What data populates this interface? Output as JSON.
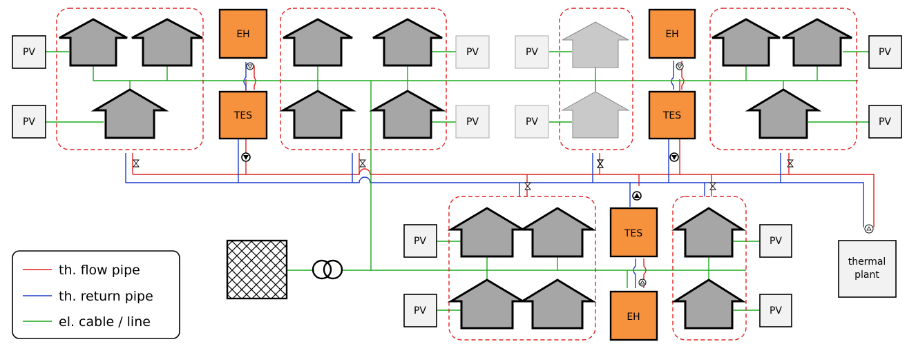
{
  "labels": {
    "pv": "PV",
    "eh": "EH",
    "tes": "TES",
    "thermal_plant_line1": "thermal",
    "thermal_plant_line2": "plant"
  },
  "legend": {
    "items": [
      {
        "label": "th. flow pipe",
        "color": "#e02020"
      },
      {
        "label": "th. return pipe",
        "color": "#1a3bcc"
      },
      {
        "label": "el. cable / line",
        "color": "#1aa81a"
      }
    ]
  },
  "colors": {
    "cluster_border": "#e02020",
    "house_fill": "#a6a6a6",
    "storage_fill": "#f6913e",
    "pv_fill": "#f2f2f2"
  }
}
